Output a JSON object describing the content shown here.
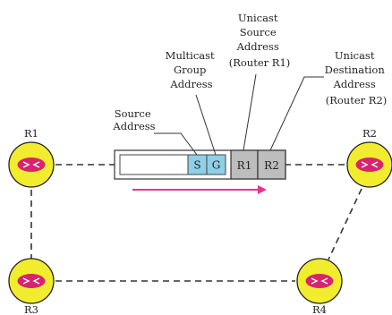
{
  "colors": {
    "router_fill": "#f2ec2e",
    "router_stroke": "#222222",
    "router_disc": "#d8236e",
    "link_stroke": "#333333",
    "multicast_field_fill": "#8fd0e6",
    "unicast_field_fill": "#bdbdbd",
    "arrow_color": "#e8358d"
  },
  "icons": {
    "router": "router-icon",
    "direction_arrow": "arrow-right-icon"
  },
  "routers": {
    "r1": "R1",
    "r2": "R2",
    "r3": "R3",
    "r4": "R4"
  },
  "packet": {
    "s_field": "S",
    "g_field": "G",
    "r1_field": "R1",
    "r2_field": "R2"
  },
  "callouts": {
    "source_address": [
      "Source",
      "Address"
    ],
    "multicast_group_address": [
      "Multicast",
      "Group",
      "Address"
    ],
    "unicast_source_address": [
      "Unicast",
      "Source",
      "Address",
      "(Router R1)"
    ],
    "unicast_destination_address": [
      "Unicast",
      "Destination",
      "Address",
      "(Router R2)"
    ]
  }
}
